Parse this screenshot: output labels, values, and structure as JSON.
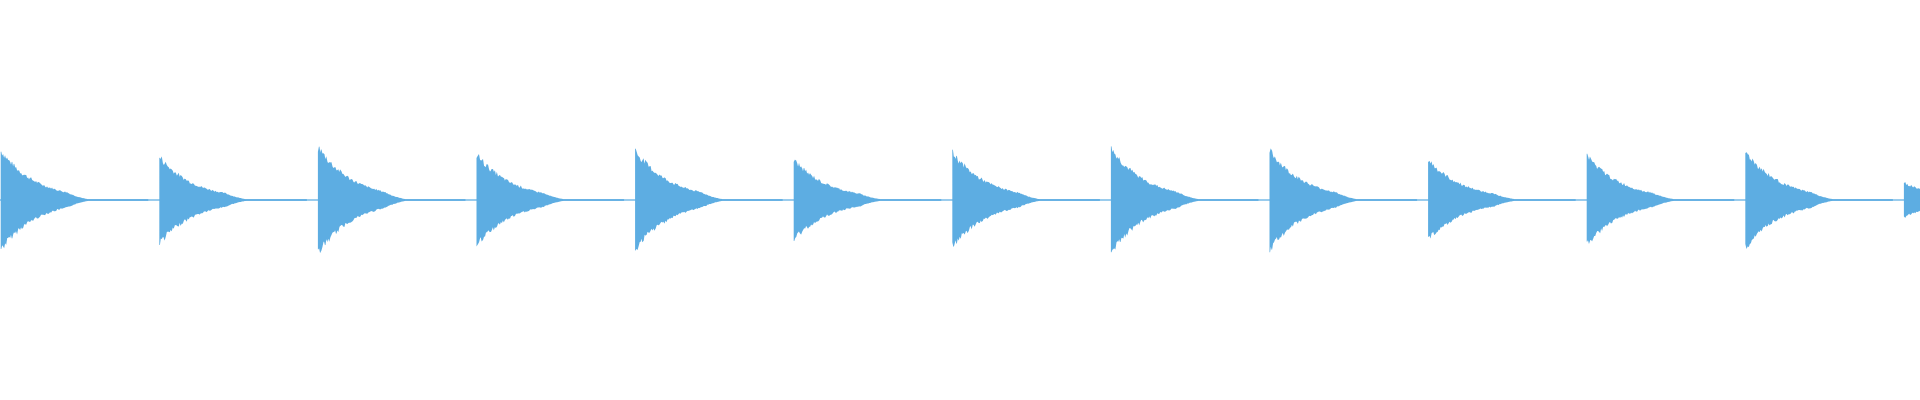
{
  "waveform": {
    "color": "#5dade2",
    "background": "#ffffff",
    "pulse_count": 12,
    "partial_trailing_pulse": true,
    "envelope": "decaying",
    "peak_amplitudes": [
      0.93,
      0.81,
      1.0,
      0.86,
      0.93,
      0.75,
      0.89,
      0.97,
      0.93,
      0.75,
      0.84,
      0.91
    ],
    "trailing_peak_amplitude": 0.32
  }
}
